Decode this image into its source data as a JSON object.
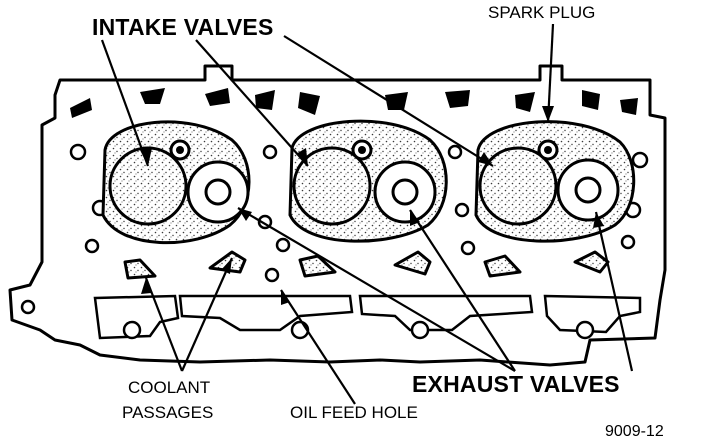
{
  "labels": {
    "intake_valves": "INTAKE VALVES",
    "spark_plug": "SPARK PLUG",
    "exhaust_valves": "EXHAUST VALVES",
    "coolant_line1": "COOLANT",
    "coolant_line2": "PASSAGES",
    "oil_feed_hole": "OIL FEED HOLE",
    "figure_code": "9009-12"
  },
  "colors": {
    "ink": "#000000",
    "paper": "#ffffff",
    "stipple": "#3a3a3a"
  }
}
